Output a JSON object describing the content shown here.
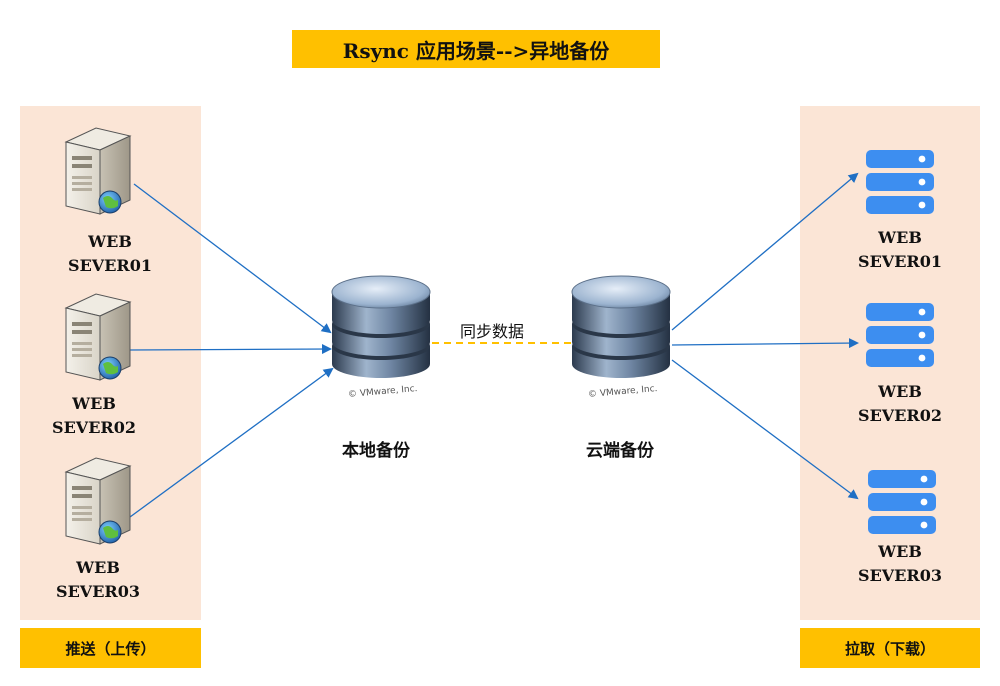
{
  "title": "Rsync 应用场景-->异地备份",
  "left_panel": {
    "servers": [
      {
        "line1": "WEB",
        "line2": "SEVER01"
      },
      {
        "line1": "WEB",
        "line2": "SEVER02"
      },
      {
        "line1": "WEB",
        "line2": "SEVER03"
      }
    ],
    "footer": "推送（上传）"
  },
  "right_panel": {
    "servers": [
      {
        "line1": "WEB",
        "line2": "SEVER01"
      },
      {
        "line1": "WEB",
        "line2": "SEVER02"
      },
      {
        "line1": "WEB",
        "line2": "SEVER03"
      }
    ],
    "footer": "拉取（下载）"
  },
  "center": {
    "local_backup": "本地备份",
    "cloud_backup": "云端备份",
    "sync_label": "同步数据",
    "vmware_mark": "© VMware, Inc."
  },
  "colors": {
    "title_bg": "#ffc000",
    "panel_bg": "#fbe5d6",
    "arrow": "#1f6fc4",
    "sync_line": "#ffc000",
    "server_blue": "#3d8ef0"
  }
}
